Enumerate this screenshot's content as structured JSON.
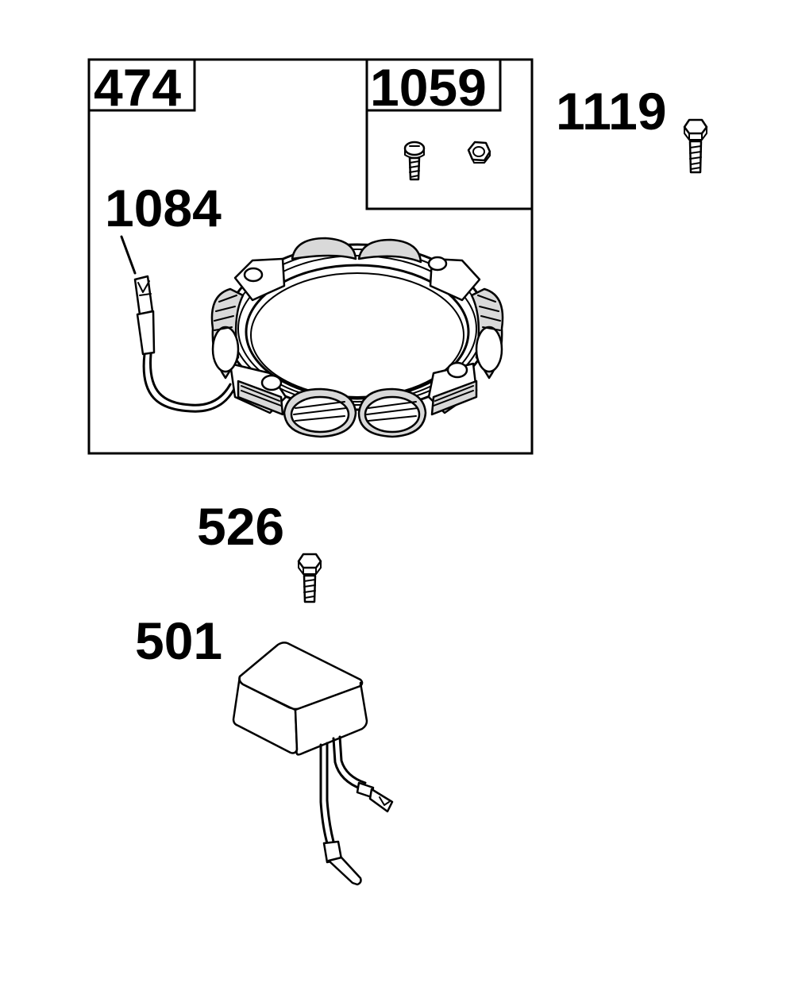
{
  "parts": {
    "stator_kit": "474",
    "hardware_kit": "1059",
    "screw_1119": "1119",
    "lead_wire": "1084",
    "screw_526": "526",
    "regulator": "501"
  }
}
